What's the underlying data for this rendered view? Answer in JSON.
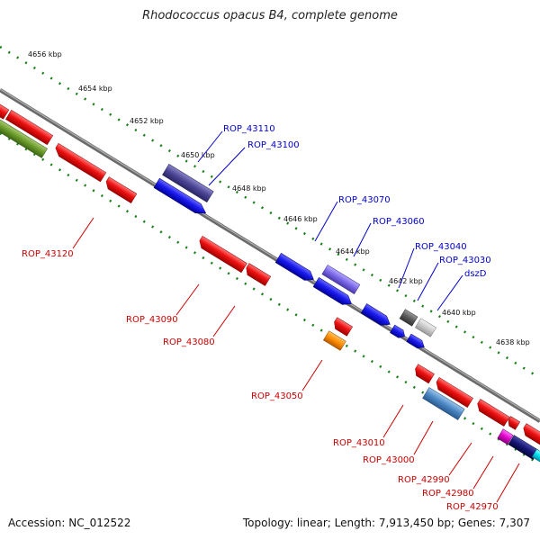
{
  "title": "Rhodococcus opacus B4, complete genome",
  "footer": {
    "accession": "Accession: NC_012522",
    "topology": "Topology: linear; Length: 7,913,450 bp; Genes: 7,307"
  },
  "ruler_labels": [
    "4656 kbp",
    "4654 kbp",
    "4652 kbp",
    "4650 kbp",
    "4648 kbp",
    "4646 kbp",
    "4644 kbp",
    "4642 kbp",
    "4640 kbp",
    "4638 kbp"
  ],
  "gene_labels": {
    "top": [
      "ROP_43110",
      "ROP_43100",
      "ROP_43070",
      "ROP_43060",
      "ROP_43040",
      "ROP_43030",
      "dszD"
    ],
    "bottom": [
      "ROP_43120",
      "ROP_43090",
      "ROP_43080",
      "ROP_43050",
      "ROP_43010",
      "ROP_43000",
      "ROP_42990",
      "ROP_42980",
      "ROP_42970"
    ]
  },
  "colors": {
    "forward_label": "#0000cc",
    "reverse_label": "#cc0000",
    "backbone": "#808080",
    "ruler_ticks": "#1a7f1a"
  }
}
